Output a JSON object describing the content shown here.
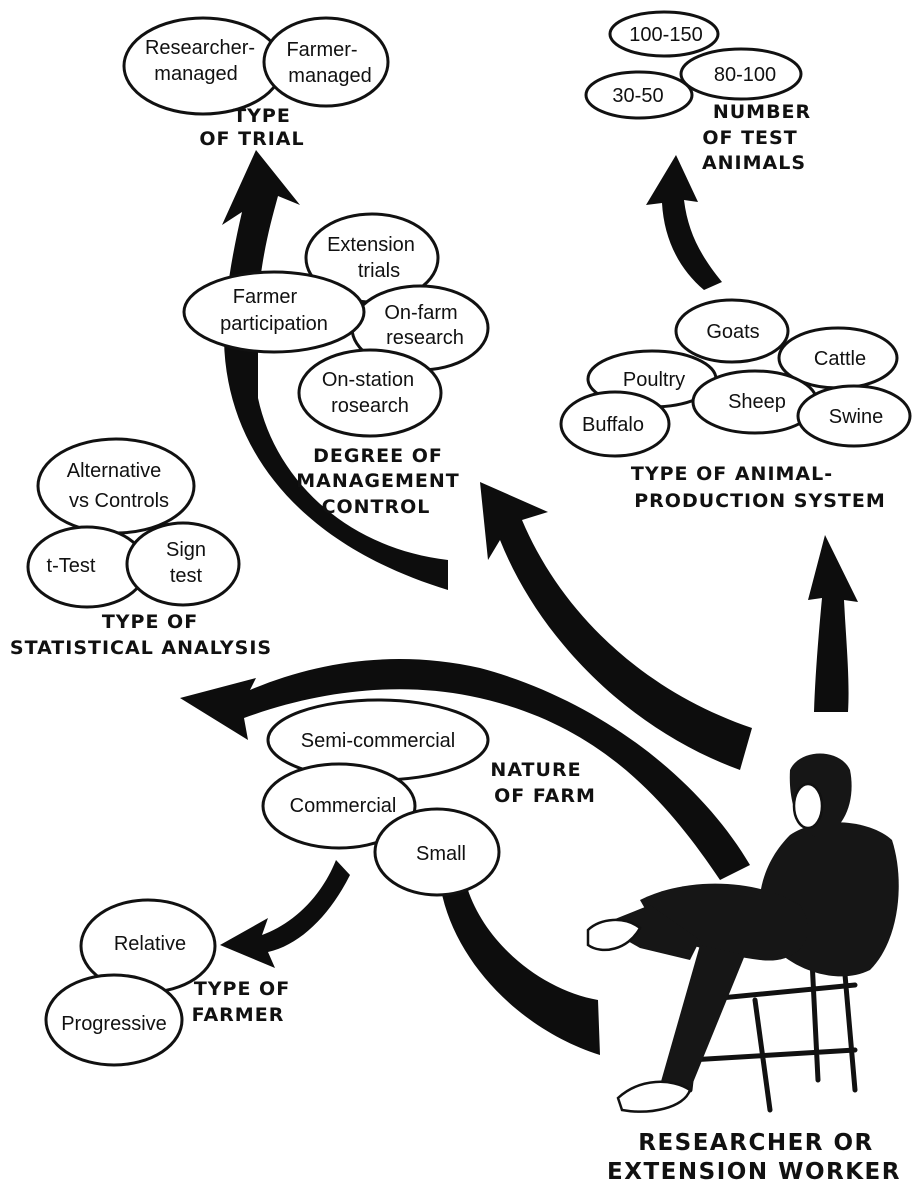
{
  "type_of_trial": {
    "title_line1": "TYPE",
    "title_line2": "OF TRIAL",
    "researcher_managed_line1": "Researcher-",
    "researcher_managed_line2": "managed",
    "farmer_managed_line1": "Farmer-",
    "farmer_managed_line2": "managed"
  },
  "number_of_test_animals": {
    "title_line1": "NUMBER",
    "title_line2": "OF TEST",
    "title_line3": "ANIMALS",
    "range_high": "100-150",
    "range_mid": "80-100",
    "range_low": "30-50"
  },
  "degree_of_management_control": {
    "title_line1": "DEGREE OF",
    "title_line2": "MANAGEMENT",
    "title_line3": "CONTROL",
    "extension_line1": "Extension",
    "extension_line2": "trials",
    "farmer_participation_line1": "Farmer",
    "farmer_participation_line2": "participation",
    "on_farm_line1": "On-farm",
    "on_farm_line2": "research",
    "on_station_line1": "On-station",
    "on_station_line2": "rosearch"
  },
  "type_of_animal_production_system": {
    "title_line1": "TYPE OF ANIMAL-",
    "title_line2": "PRODUCTION  SYSTEM",
    "goats": "Goats",
    "cattle": "Cattle",
    "poultry": "Poultry",
    "sheep": "Sheep",
    "swine": "Swine",
    "buffalo": "Buffalo"
  },
  "type_of_statistical_analysis": {
    "title_line1": "TYPE  OF",
    "title_line2": "STATISTICAL  ANALYSIS",
    "alternative_line1": "Alternative",
    "alternative_line2": "vs Controls",
    "t_test": "t-Test",
    "sign_test_line1": "Sign",
    "sign_test_line2": "test"
  },
  "nature_of_farm": {
    "title_line1": "NATURE",
    "title_line2": "OF FARM",
    "semi_commercial": "Semi-commercial",
    "commercial": "Commercial",
    "small": "Small"
  },
  "type_of_farmer": {
    "title_line1": "TYPE OF",
    "title_line2": "FARMER",
    "relative": "Relative",
    "progressive": "Progressive"
  },
  "researcher": {
    "title_line1": "RESEARCHER OR",
    "title_line2": "EXTENSION WORKER"
  }
}
